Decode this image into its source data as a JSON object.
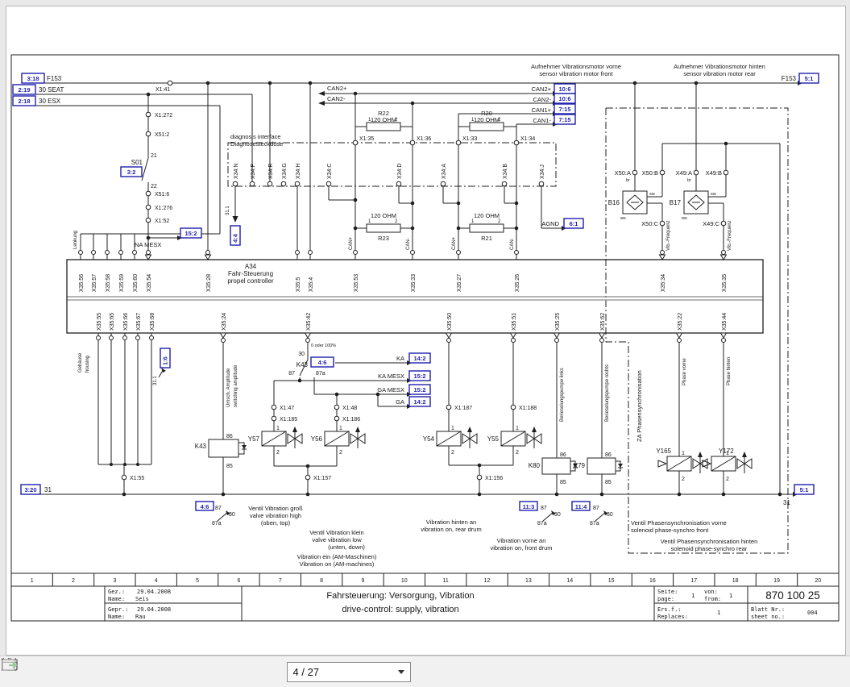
{
  "toolbar": {
    "page_indicator": "4 / 27"
  },
  "headers": {
    "front_de": "Aufnehmer Vibrationsmotor vorne",
    "front_en": "sensor vibration motor front",
    "rear_de": "Aufnehmer Vibrationsmotor hinten",
    "rear_en": "sensor vibration motor rear"
  },
  "supply": {
    "ref_f153": "3:18",
    "f153": "F153",
    "ref_seat": "2:19",
    "seat": "30 SEAT",
    "ref_esx": "2:18",
    "esx": "30 ESX",
    "x141": "X1:41",
    "f153_r": "F153",
    "ref_f153_r": "5:1",
    "lenkung": "Lenkung"
  },
  "s01": {
    "x1272": "X1:272",
    "x512": "X51:2",
    "p21": "21",
    "name": "S01",
    "ref": "3:2",
    "p22": "22",
    "x516": "X51:6",
    "x1276": "X1:276",
    "x152": "X1:52",
    "ref_na": "15:2",
    "na": "NA MESX"
  },
  "can": {
    "can2p": "CAN2+",
    "can2m": "CAN2-",
    "can1p": "CAN1+",
    "can1m": "CAN1-",
    "ref_can2p": "10:6",
    "ref_can2m": "10:6",
    "ref_can1p": "7:15",
    "ref_can1m": "7:15",
    "x135": "X1:35",
    "x136": "X1:36",
    "x133": "X1:33",
    "x134": "X1:34",
    "r22": "R22",
    "r20": "R20",
    "r23": "R23",
    "r21": "R21",
    "ohm": "120 OHM",
    "p1": "1",
    "p2": "2",
    "canp": "CAN+",
    "canm": "CAN-",
    "agnd": "AGND",
    "ref_agnd": "6:1"
  },
  "diag": {
    "title_en": "diagnosis interface",
    "title_de": "Diagnosesteckdose",
    "pins": [
      "X34:N",
      "X34:P",
      "X34:R",
      "X34:G",
      "X34:H",
      "X34:C",
      "X34:D",
      "X34:A",
      "X34:B",
      "X34:J"
    ],
    "w311": "31.1",
    "ref311": "4:4"
  },
  "sensors": {
    "b16": "B16",
    "b17": "B17",
    "x50a": "X50:A",
    "x50b": "X50:B",
    "x50c": "X50:C",
    "x49a": "X49:A",
    "x49b": "X49:B",
    "x49c": "X49:C",
    "br": "br",
    "ws": "ws",
    "sw": "sw",
    "vibfreq": "Vib.-Frequenz",
    "za": "ZA Phasensynchronisation"
  },
  "controller": {
    "l1": "A34",
    "l2": "Fahr-Steuerung",
    "l3": "propel controller",
    "top": [
      "X35:56",
      "X35:57",
      "X35:58",
      "X35:59",
      "X35:60",
      "X35:54",
      "X35:28",
      "X35:5",
      "X35:4",
      "X35:53",
      "X35:33",
      "X35:27",
      "X35:26",
      "X35:34",
      "X35:35"
    ],
    "bottom": [
      "X35:55",
      "X35:65",
      "X35:66",
      "X35:67",
      "X35:68",
      "X35:24",
      "X35:42",
      "X35:50",
      "X35:51",
      "X35:25",
      "X35:62",
      "X35:22",
      "X35:44"
    ],
    "gehaeuse": "Gehäuse",
    "housing": "housing"
  },
  "mid": {
    "w311": "31.1",
    "ref": "1:6",
    "x155": "X1:55",
    "k43": "K43",
    "ref_k43": "4:6",
    "c30": "30",
    "c87": "87",
    "c87a": "87a",
    "oder": "0 oder 100%",
    "ka": "KA",
    "ref_ka": "14:2",
    "kamesx": "KA MESX",
    "ref_kamesx": "15:2",
    "gamesx": "GA MESX",
    "ref_gamesx": "15:2",
    "ga": "GA",
    "ref_ga": "14:2",
    "umsch_de": "Umsch. Amplitude",
    "umsch_en": "switching amplitude",
    "coil86": "86",
    "coil85": "85",
    "x147": "X1:47",
    "x1185": "X1:185",
    "x148": "X1:48",
    "x1186": "X1:186",
    "y57": "Y57",
    "y56": "Y56",
    "v1": "1",
    "v2": "2",
    "x1157": "X1:157"
  },
  "right": {
    "x1187": "X1:187",
    "x1188": "X1:188",
    "y54": "Y54",
    "y55": "Y55",
    "x1156": "X1:156",
    "k80": "K80",
    "k79": "K79",
    "pump_l": "Berieselungspumpe links",
    "pump_r": "Berieselungspumpe rechts",
    "y165": "Y165",
    "y172": "Y172",
    "phase_f": "Phase vorne",
    "phase_r": "Phase hinten"
  },
  "ground": {
    "ref_l": "3:20",
    "l31": "31",
    "ref_r": "5:1",
    "r31": "31",
    "refk43": "4:6",
    "refk80": "11:3",
    "refk79": "11:4"
  },
  "notes": {
    "g1a": "Ventil Vibration groß",
    "g1b": "valve vibration high",
    "g1c": "(oben, top)",
    "g2a": "Ventil Vibration klein",
    "g2b": "valve vibration low",
    "g2c": "(unten, down)",
    "g3a": "Vibration ein (AM-Maschinen)",
    "g3b": "Vibration on (AM-machines)",
    "g4a": "Vibration hinten an",
    "g4b": "vibration on, rear drum",
    "g5a": "Vibration vorne an",
    "g5b": "vibration on, front drum",
    "g6a": "Ventil Phasensynchronisation vorne",
    "g6b": "solenoid phase-synchro front",
    "g7a": "Ventil Phasensynchronisation hinten",
    "g7b": "solenoid phase-synchro rear"
  },
  "titleblock": {
    "drawn_label": "Gez.:",
    "drawn_date": "29.04.2008",
    "name_label": "Name:",
    "drawn_name": "Seis",
    "checked_label": "Gepr.:",
    "checked_date": "29.04.2008",
    "checked_name": "Rau",
    "title_de": "Fahrsteuerung: Versorgung, Vibration",
    "title_en": "drive-control: supply, vibration",
    "page_de": "Seite:",
    "page_en": "page:",
    "page_value": "1",
    "of_de": "von:",
    "of_en": "from:",
    "of_value": "1",
    "doc_number": "870 100 25",
    "replaces_de": "Ers.f.:",
    "replaces_en": "Replaces:",
    "replaces_value": "1",
    "sheet_de": "Blatt Nr.:",
    "sheet_en": "sheet no.:",
    "sheet_value": "004",
    "columns": [
      "1",
      "2",
      "3",
      "4",
      "5",
      "6",
      "7",
      "8",
      "9",
      "10",
      "11",
      "12",
      "13",
      "14",
      "15",
      "16",
      "17",
      "18",
      "19",
      "20"
    ]
  }
}
